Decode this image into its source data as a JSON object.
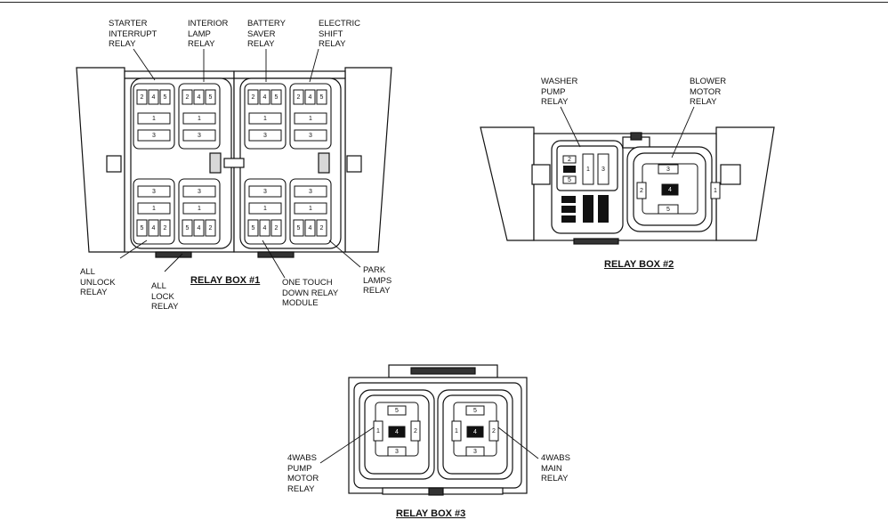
{
  "relay_box_1": {
    "title": "RELAY BOX #1",
    "labels": {
      "starter_interrupt": "STARTER\nINTERRUPT\nRELAY",
      "interior_lamp": "INTERIOR\nLAMP\nRELAY",
      "battery_saver": "BATTERY\nSAVER\nRELAY",
      "electric_shift": "ELECTRIC\nSHIFT\nRELAY",
      "all_unlock": "ALL\nUNLOCK\nRELAY",
      "all_lock": "ALL\nLOCK\nRELAY",
      "one_touch_down": "ONE TOUCH\nDOWN RELAY\nMODULE",
      "park_lamps": "PARK\nLAMPS\nRELAY"
    },
    "top_relay_pins": [
      "2",
      "4",
      "5",
      "1",
      "3"
    ],
    "bottom_relay_pins": [
      "3",
      "1",
      "5",
      "4",
      "2"
    ]
  },
  "relay_box_2": {
    "title": "RELAY BOX #2",
    "labels": {
      "washer_pump": "WASHER\nPUMP\nRELAY",
      "blower_motor": "BLOWER\nMOTOR\nRELAY"
    },
    "washer_pins": [
      "2",
      "5",
      "1",
      "3"
    ],
    "blower_pins": [
      "3",
      "2",
      "4",
      "1",
      "5"
    ]
  },
  "relay_box_3": {
    "title": "RELAY BOX #3",
    "labels": {
      "pump_motor": "4WABS\nPUMP\nMOTOR\nRELAY",
      "main": "4WABS\nMAIN\nRELAY"
    },
    "left_relay_pins": [
      "5",
      "1",
      "4",
      "2",
      "3"
    ],
    "right_relay_pins": [
      "5",
      "1",
      "4",
      "2",
      "3"
    ]
  }
}
